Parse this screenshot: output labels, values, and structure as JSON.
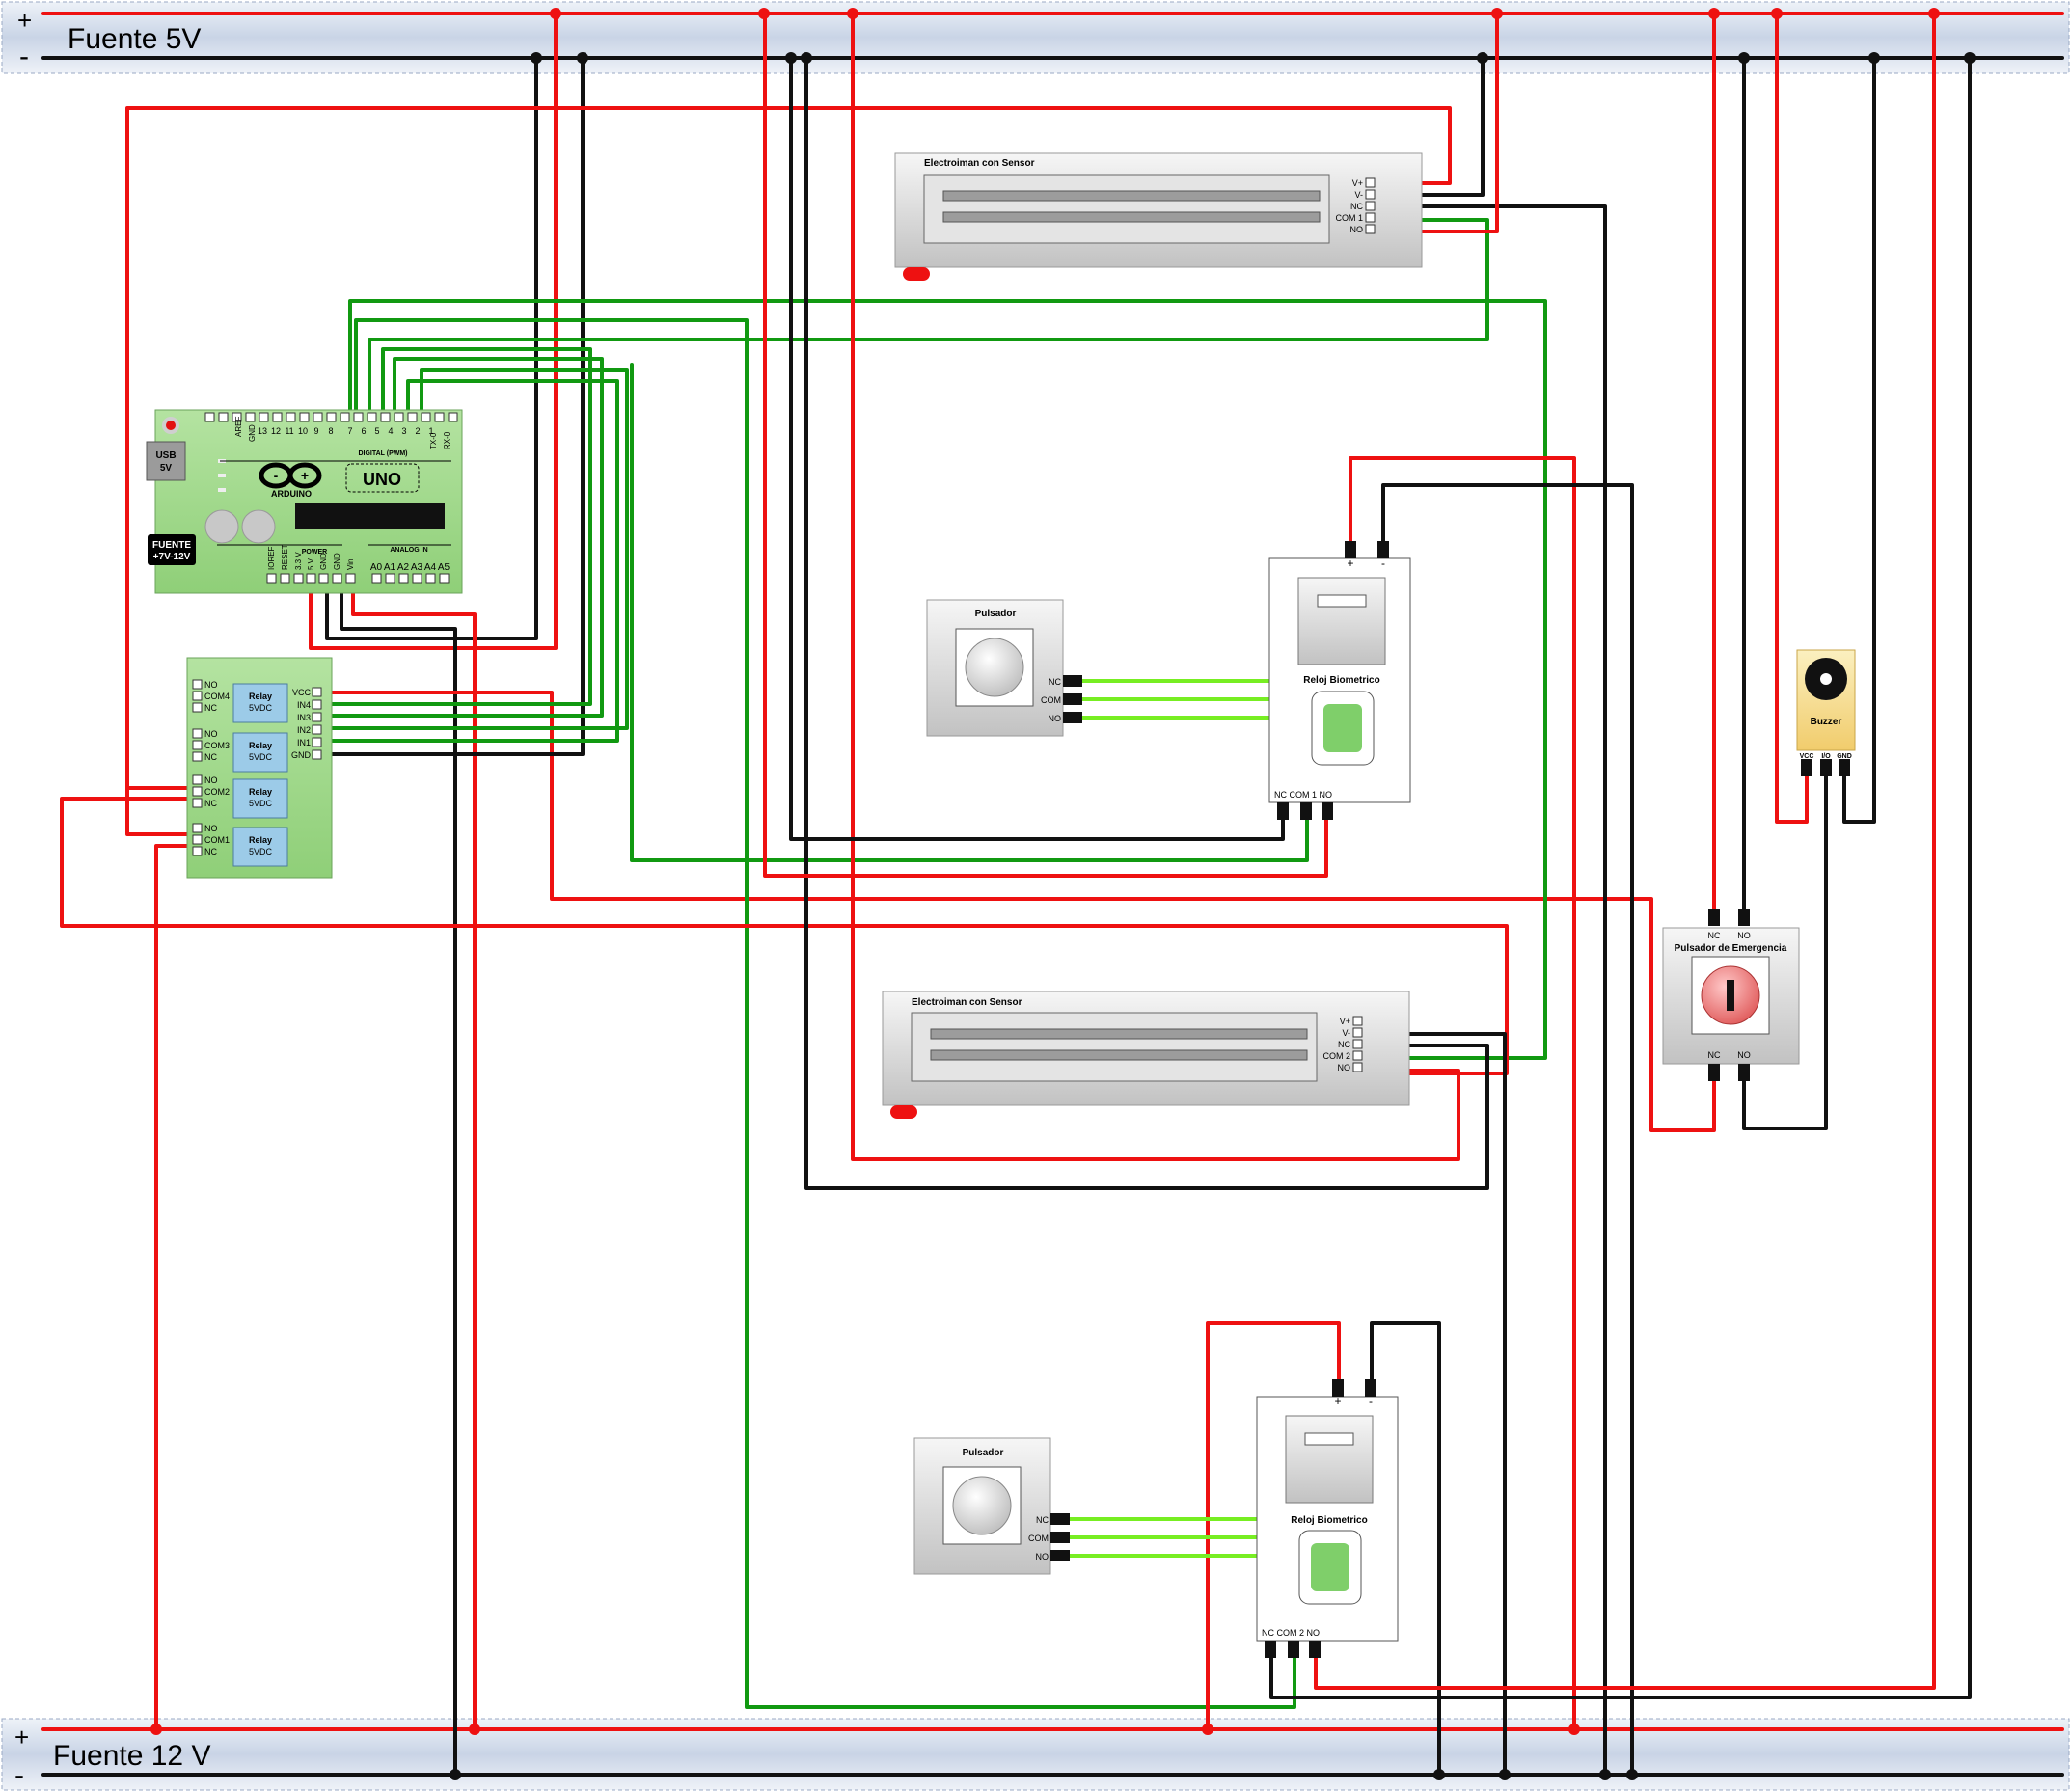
{
  "rails": {
    "top_label": "Fuente 5V",
    "bottom_label": "Fuente 12 V",
    "plus": "+",
    "minus": "-"
  },
  "arduino": {
    "board": "UNO",
    "brand": "ARDUINO",
    "usb_line1": "USB",
    "usb_line2": "5V",
    "power_line1": "FUENTE",
    "power_line2": "+7V-12V",
    "digital_header": "DIGITAL (PWM)",
    "power_header": "POWER",
    "analog_header": "ANALOG IN",
    "digital_pins": [
      "AREF",
      "GND",
      "13",
      "12",
      "11",
      "10",
      "9",
      "8",
      "7",
      "6",
      "5",
      "4",
      "3",
      "2",
      "1",
      "0"
    ],
    "digital_vertical": [
      "AREF",
      "GND",
      "TX",
      "RX"
    ],
    "digital_numbers": [
      "13",
      "12",
      "11",
      "10",
      "9",
      "8",
      "7",
      "6",
      "5",
      "4",
      "3",
      "2",
      "1"
    ],
    "power_pins": [
      "IOREF",
      "RESET",
      "3.3 V",
      "5 V",
      "GND",
      "GND",
      "Vin"
    ],
    "analog_pins": [
      "A0",
      "A1",
      "A2",
      "A3",
      "A4",
      "A5"
    ]
  },
  "relay_module": {
    "relay_label_1": "Relay",
    "relay_label_2": "5VDC",
    "left_pins": [
      [
        "NO",
        "COM4",
        "NC"
      ],
      [
        "NO",
        "COM3",
        "NC"
      ],
      [
        "NO",
        "COM2",
        "NC"
      ],
      [
        "NO",
        "COM1",
        "NC"
      ]
    ],
    "right_pins": [
      "VCC",
      "IN4",
      "IN3",
      "IN2",
      "IN1",
      "GND"
    ]
  },
  "electroiman_1": {
    "title": "Electroiman con Sensor",
    "pins": [
      "V+",
      "V-",
      "NC",
      "COM 1",
      "NO"
    ]
  },
  "electroiman_2": {
    "title": "Electroiman con Sensor",
    "pins": [
      "V+",
      "V-",
      "NC",
      "COM 2",
      "NO"
    ]
  },
  "pulsador_1": {
    "title": "Pulsador",
    "pins": [
      "NC",
      "COM",
      "NO"
    ]
  },
  "pulsador_2": {
    "title": "Pulsador",
    "pins": [
      "NC",
      "COM",
      "NO"
    ]
  },
  "reloj_1": {
    "title": "Reloj Biometrico",
    "top_pins": [
      "+",
      "-"
    ],
    "bottom_pins": "NC COM 1 NO"
  },
  "reloj_2": {
    "title": "Reloj Biometrico",
    "top_pins": [
      "+",
      "-"
    ],
    "bottom_pins": "NC COM 2 NO"
  },
  "buzzer": {
    "title": "Buzzer",
    "pins": [
      "VCC",
      "I/O",
      "GND"
    ]
  },
  "emergencia": {
    "title": "Pulsador  de Emergencia",
    "top_pins": [
      "NC",
      "NO"
    ],
    "bottom_pins": [
      "NC",
      "NO"
    ]
  },
  "colors": {
    "positive_wire": "#ee1111",
    "negative_wire": "#111111",
    "signal_wire": "#119911",
    "button_wire": "#77ee22",
    "board_green": "#9fd98a",
    "relay_blue": "#9ccbe8",
    "rail_fill": "#d6dfee",
    "buzzer_yellow": "#f8e29a"
  }
}
